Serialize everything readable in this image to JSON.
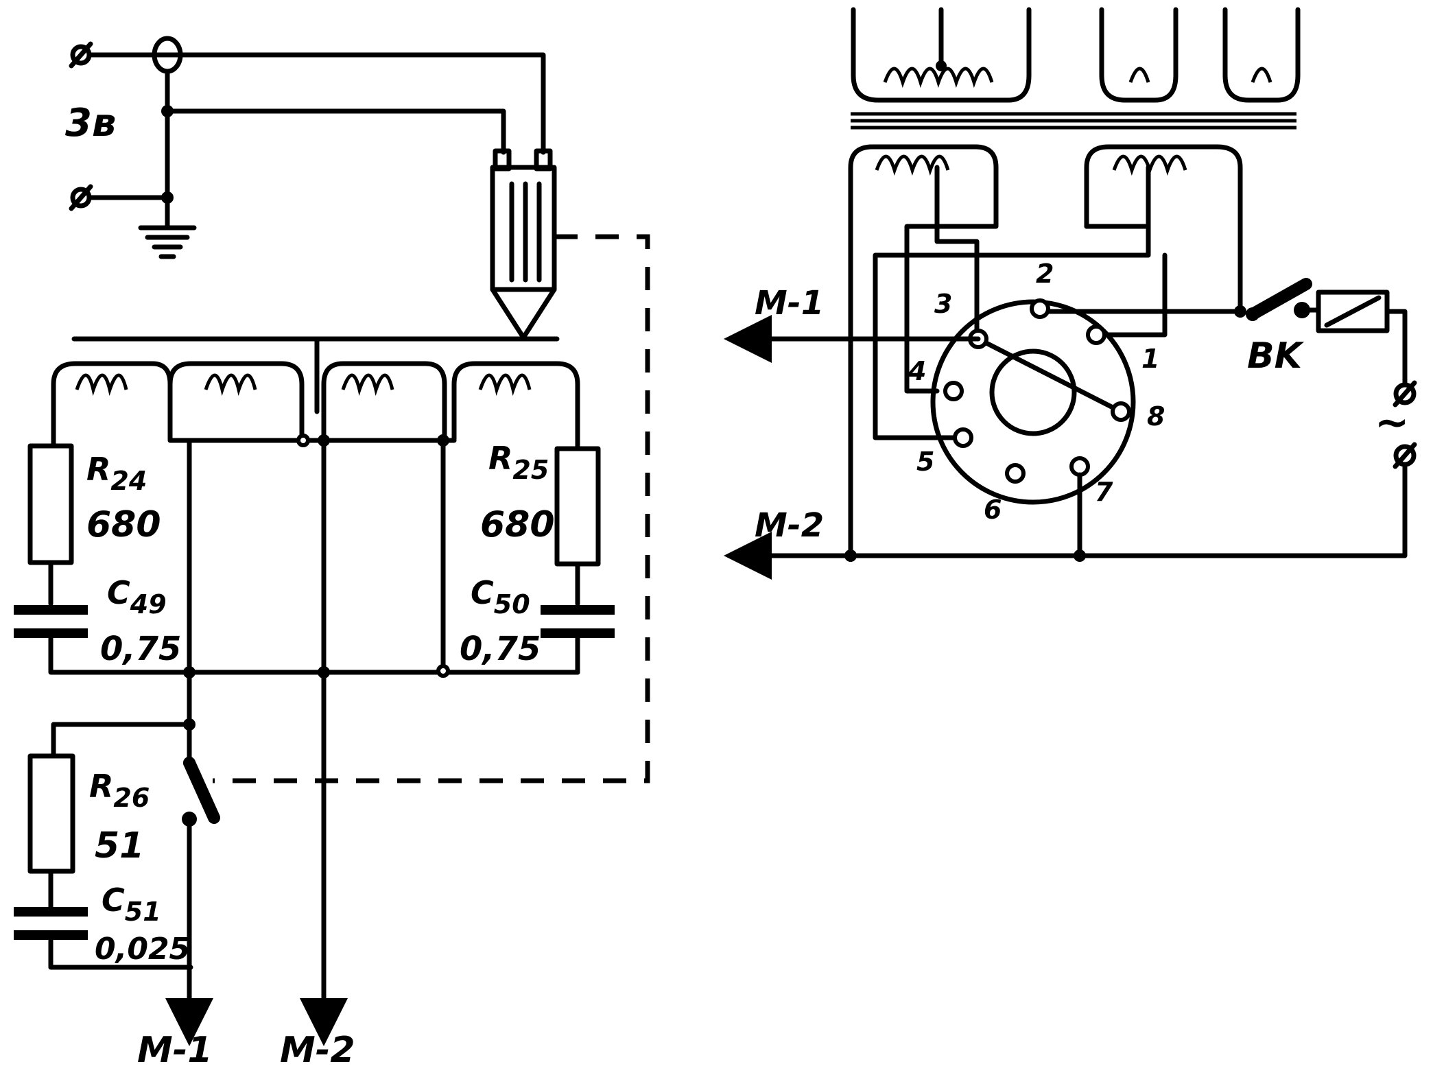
{
  "left_circuit": {
    "supply_label": "3в",
    "r24": {
      "name": "R",
      "sub": "24",
      "value": "680"
    },
    "r25": {
      "name": "R",
      "sub": "25",
      "value": "680"
    },
    "c49": {
      "name": "C",
      "sub": "49",
      "value": "0,75"
    },
    "c50": {
      "name": "C",
      "sub": "50",
      "value": "0,75"
    },
    "r26": {
      "name": "R",
      "sub": "26",
      "value": "51"
    },
    "c51": {
      "name": "C",
      "sub": "51",
      "value": "0,025"
    },
    "out_m1": "M-1",
    "out_m2": "M-2"
  },
  "right_circuit": {
    "m1_label": "M-1",
    "m2_label": "M-2",
    "switch_label": "BK",
    "ac_symbol": "~",
    "pins": [
      "1",
      "2",
      "3",
      "4",
      "5",
      "6",
      "7",
      "8"
    ]
  }
}
